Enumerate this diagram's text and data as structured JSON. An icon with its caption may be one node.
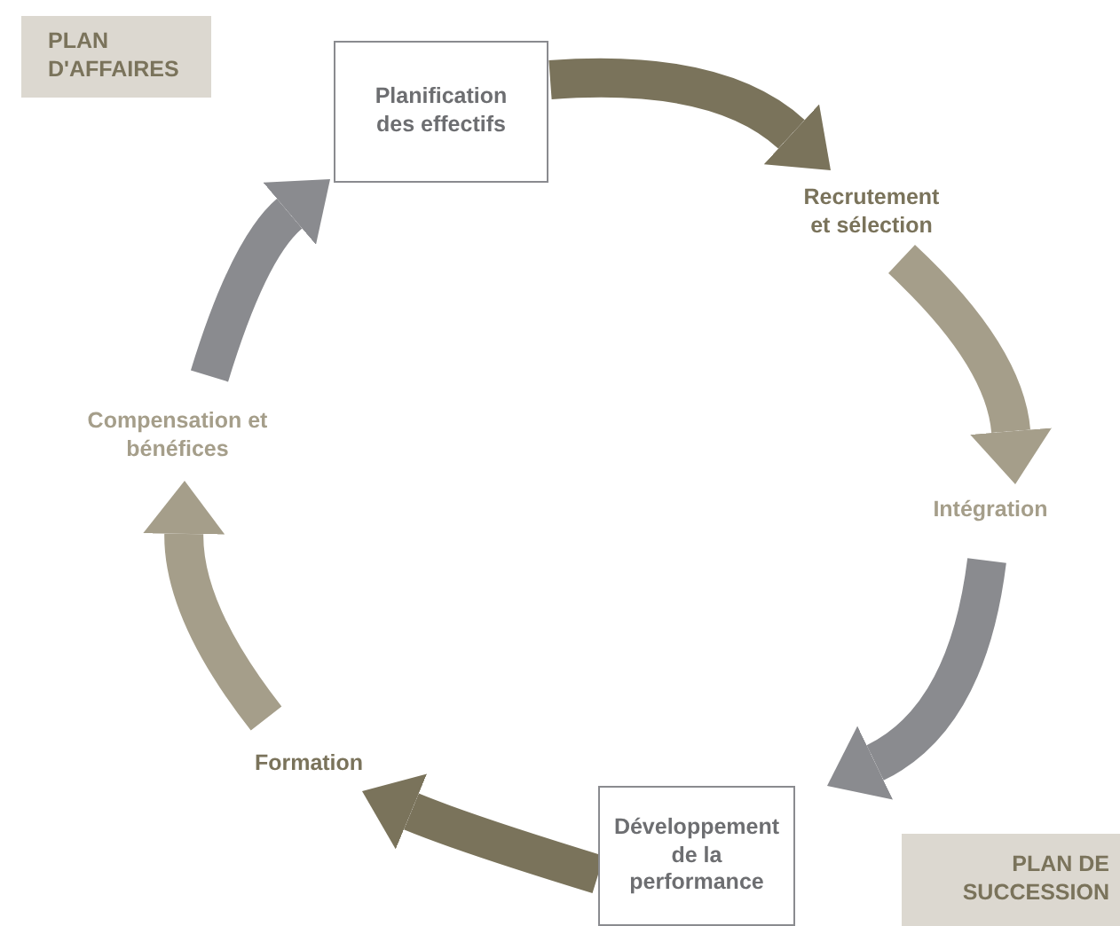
{
  "diagram": {
    "nodes": [
      {
        "text": [
          "Planification des effectifs"
        ]
      },
      {
        "text": [
          "Recrutement et sélection"
        ]
      },
      {
        "text": [
          "Intégration"
        ]
      },
      {
        "text": [
          "Développement de la performance"
        ]
      },
      {
        "text": [
          "Formation"
        ]
      },
      {
        "text": [
          "Compensation et bénéfices"
        ]
      },
      {
        "text": [
          "PLAN D'AFFAIRES"
        ]
      },
      {
        "text": [
          "PLAN DE SUCCESSION"
        ]
      }
    ],
    "edges": [
      {
        "from": 0,
        "to": 1,
        "arrow": "to",
        "color": "#7a735b"
      },
      {
        "from": 1,
        "to": 2,
        "arrow": "to",
        "color": "#a59e8a"
      },
      {
        "from": 2,
        "to": 3,
        "arrow": "to",
        "color": "#8a8b8f"
      },
      {
        "from": 3,
        "to": 4,
        "arrow": "to",
        "color": "#7a735b"
      },
      {
        "from": 4,
        "to": 5,
        "arrow": "to",
        "color": "#a59e8a"
      },
      {
        "from": 5,
        "to": 0,
        "arrow": "to",
        "color": "#8a8b8f"
      }
    ]
  }
}
